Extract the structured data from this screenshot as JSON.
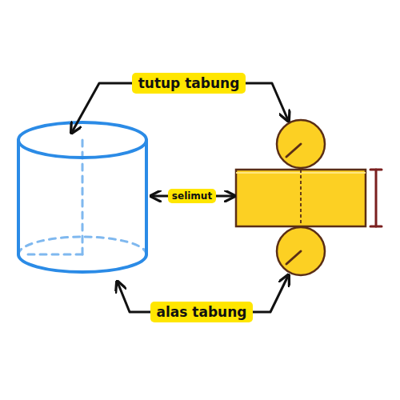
{
  "diagram": {
    "nodes": [
      {
        "text": [
          "tutup tabung"
        ]
      },
      {
        "text": [
          "selimut"
        ]
      },
      {
        "text": [
          "alas tabung"
        ]
      }
    ]
  }
}
